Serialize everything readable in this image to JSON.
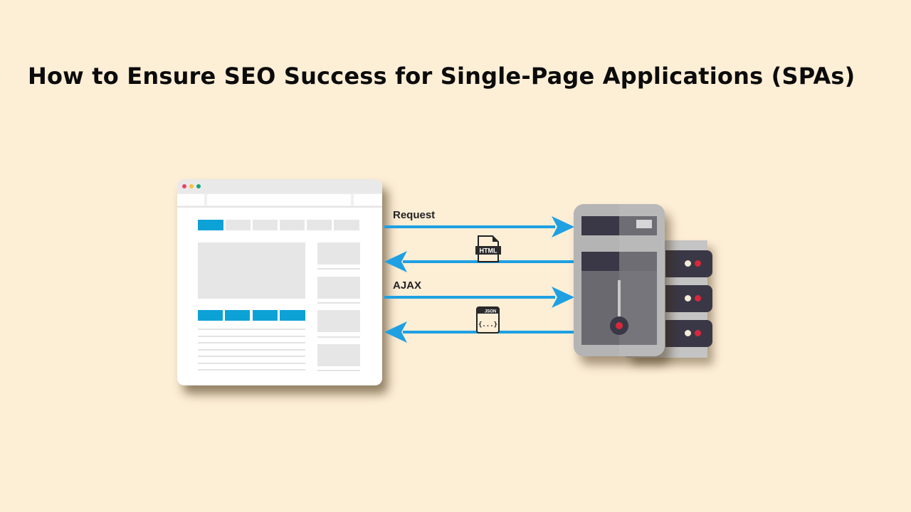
{
  "title": "How to Ensure SEO Success for Single-Page Applications (SPAs)",
  "diagram": {
    "nodes": [
      {
        "id": "browser",
        "label": "Browser / SPA client"
      },
      {
        "id": "server",
        "label": "Web server"
      }
    ],
    "edges": [
      {
        "from": "browser",
        "to": "server",
        "label": "Request"
      },
      {
        "from": "server",
        "to": "browser",
        "label": "HTML",
        "icon": "html-file-icon"
      },
      {
        "from": "browser",
        "to": "server",
        "label": "AJAX"
      },
      {
        "from": "server",
        "to": "browser",
        "label": "JSON",
        "icon": "json-file-icon",
        "icon_text": "{...}"
      }
    ]
  },
  "colors": {
    "background": "#fdeed6",
    "arrow": "#1ea0e3",
    "accent_blue": "#0da2d6",
    "dot_red": "#e8436a",
    "dot_yellow": "#f2c443",
    "dot_green": "#17a37d",
    "server_dark": "#3a3846",
    "led_red": "#d8283a"
  }
}
